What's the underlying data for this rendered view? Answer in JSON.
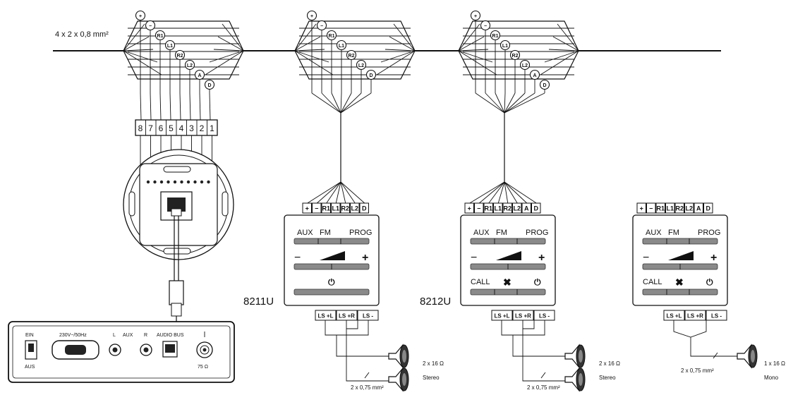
{
  "cable_label": "4 x 2 x 0,8 mm²",
  "junction_pins": [
    "+",
    "−",
    "R1",
    "L1",
    "R2",
    "L2",
    "A",
    "D"
  ],
  "terminal_numbers": [
    "8",
    "7",
    "6",
    "5",
    "4",
    "3",
    "2",
    "1"
  ],
  "radio_modules": [
    {
      "model": "8211U",
      "terminals": [
        "+",
        "−",
        "R1",
        "L1",
        "R2",
        "L2",
        "D"
      ],
      "buttons": [
        "AUX",
        "FM",
        "PROG"
      ],
      "volume": {
        "minus": "−",
        "plus": "+"
      },
      "row3": {
        "left": "",
        "middle": "",
        "power": "⏻"
      },
      "outputs": [
        "LS +L",
        "LS +R",
        "LS -"
      ],
      "speaker_label": "2 x 16 Ω",
      "speaker_mode": "Stereo",
      "wire_label": "2 x 0,75 mm²"
    },
    {
      "model": "8212U",
      "terminals": [
        "+",
        "−",
        "R1",
        "L1",
        "R2",
        "L2",
        "A",
        "D"
      ],
      "buttons": [
        "AUX",
        "FM",
        "PROG"
      ],
      "volume": {
        "minus": "−",
        "plus": "+"
      },
      "row3": {
        "left": "CALL",
        "middle": "✖",
        "power": "⏻"
      },
      "outputs": [
        "LS +L",
        "LS +R",
        "LS -"
      ],
      "speaker_label": "2 x 16 Ω",
      "speaker_mode": "Stereo",
      "wire_label": "2 x 0,75 mm²"
    },
    {
      "model": "",
      "terminals": [
        "+",
        "−",
        "R1",
        "L1",
        "R2",
        "L2",
        "A",
        "D"
      ],
      "buttons": [
        "AUX",
        "FM",
        "PROG"
      ],
      "volume": {
        "minus": "−",
        "plus": "+"
      },
      "row3": {
        "left": "CALL",
        "middle": "✖",
        "power": "⏻"
      },
      "outputs": [
        "LS +L",
        "LS +R",
        "LS -"
      ],
      "speaker_label": "1 x 16 Ω",
      "speaker_mode": "Mono",
      "wire_label": "2 x 0,75 mm²"
    }
  ],
  "base_unit": {
    "switch_top": "EIN",
    "switch_bottom": "AUS",
    "power_label": "230V~/50Hz",
    "aux_left": "L",
    "aux_label": "AUX",
    "aux_right": "R",
    "bus_label": "AUDIO BUS",
    "antenna_label": "75 Ω"
  }
}
